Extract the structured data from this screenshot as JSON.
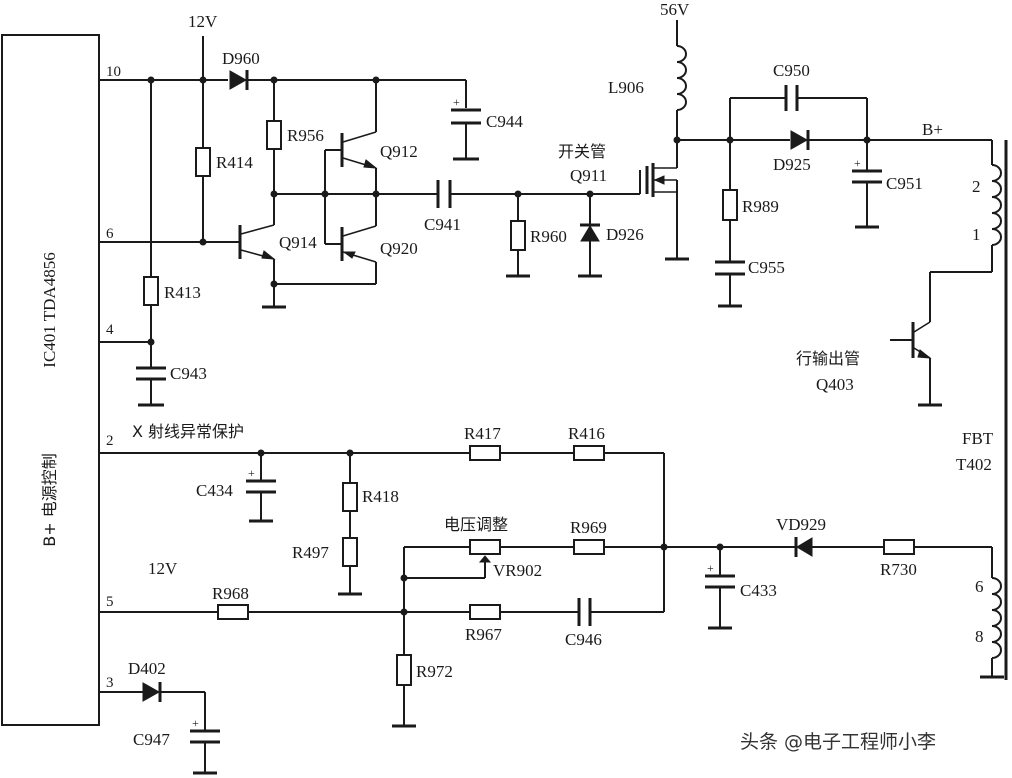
{
  "ic": {
    "name": "IC401  TDA4856",
    "function": "B+ 电源控制",
    "pins": {
      "p10": "10",
      "p6": "6",
      "p4": "4",
      "p2": "2",
      "p5": "5",
      "p3": "3"
    }
  },
  "supplies": {
    "v12_top": "12V",
    "v56": "56V",
    "v12_bottom": "12V",
    "bplus": "B+"
  },
  "transistors": {
    "q912": "Q912",
    "q914": "Q914",
    "q920": "Q920",
    "q911": "Q911",
    "q911_desc": "开关管",
    "q403": "Q403",
    "q403_desc": "行输出管"
  },
  "resistors": {
    "r414": "R414",
    "r956": "R956",
    "r413": "R413",
    "r960": "R960",
    "r989": "R989",
    "r417": "R417",
    "r416": "R416",
    "r418": "R418",
    "r497": "R497",
    "r969": "R969",
    "r968": "R968",
    "r967": "R967",
    "r972": "R972",
    "r730": "R730"
  },
  "capacitors": {
    "c944": "C944",
    "c943": "C943",
    "c941": "C941",
    "c950": "C950",
    "c951": "C951",
    "c955": "C955",
    "c434": "C434",
    "c433": "C433",
    "c946": "C946",
    "c947": "C947"
  },
  "diodes": {
    "d960": "D960",
    "d926": "D926",
    "d925": "D925",
    "vd929": "VD929",
    "d402": "D402"
  },
  "inductor": {
    "l906": "L906"
  },
  "pot": {
    "vr902": "VR902",
    "desc": "电压调整"
  },
  "fbt": {
    "name": "FBT",
    "ref": "T402",
    "pin2": "2",
    "pin1": "1",
    "pin6": "6",
    "pin8": "8"
  },
  "notes": {
    "xray": "X 射线异常保护"
  },
  "watermark": "头条 @电子工程师小李",
  "colors": {
    "ink": "#1a1a1a",
    "background": "#ffffff"
  }
}
